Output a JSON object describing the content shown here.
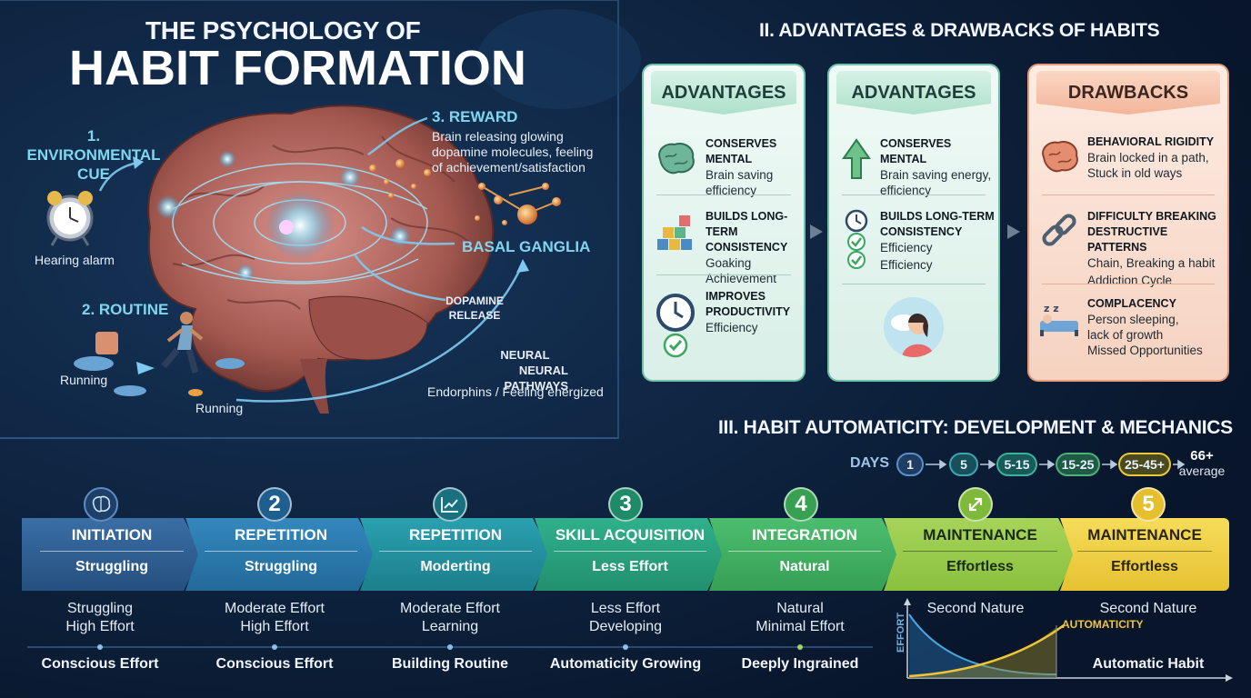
{
  "title": {
    "line1": "THE PSYCHOLOGY OF",
    "line2": "HABIT FORMATION"
  },
  "loop": {
    "cue": {
      "label_line1": "1. ENVIRONMENTAL",
      "label_line2": "CUE",
      "caption": "Hearing alarm"
    },
    "routine": {
      "label": "2. ROUTINE",
      "caption1": "Running",
      "caption2": "Running"
    },
    "reward": {
      "label": "3. REWARD",
      "desc1": "Brain releasing glowing",
      "desc2": "dopamine molecules, feeling",
      "desc3": "of achievement/satisfaction"
    },
    "basal": "BASAL GANGLIA",
    "dopamine1": "DOPAMINE",
    "dopamine2": "RELEASE",
    "neural1": "NEURAL",
    "neural2": "NEURAL PATHWAYS",
    "endorphins": "Endorphins / Feeling energized"
  },
  "section2": {
    "title": "II. ADVANTAGES & DRAWBACKS OF HABITS",
    "cards": [
      {
        "header": "ADVANTAGES",
        "items": [
          {
            "title": "CONSERVES MENTAL",
            "lines": [
              "Brain saving",
              "efficiency"
            ],
            "icon": "brain-icon"
          },
          {
            "title": "BUILDS LONG-TERM CONSISTENCY",
            "lines": [
              "Goaking",
              "Achievement"
            ],
            "icon": "blocks-icon"
          },
          {
            "title": "IMPROVES PRODUCTIVITY",
            "lines": [
              "Efficiency"
            ],
            "icon": "clock-icon"
          }
        ]
      },
      {
        "header": "ADVANTAGES",
        "items": [
          {
            "title": "CONSERVES MENTAL",
            "lines": [
              "Brain saving energy,",
              "efficiency"
            ],
            "icon": "arrow-up-icon"
          },
          {
            "title": "BUILDS LONG-TERM CONSISTENCY",
            "lines": [
              "Efficiency",
              "Efficiency"
            ],
            "icon": "clock-icon"
          }
        ]
      },
      {
        "header": "DRAWBACKS",
        "items": [
          {
            "title": "BEHAVIORAL RIGIDITY",
            "lines": [
              "Brain locked in a path,",
              "Stuck in old ways"
            ],
            "icon": "brain-icon"
          },
          {
            "title": "DIFFICULTY BREAKING DESTRUCTIVE PATTERNS",
            "lines": [
              "Chain, Breaking a habit",
              "Addiction Cycle"
            ],
            "icon": "chain-icon"
          },
          {
            "title": "COMPLACENCY",
            "lines": [
              "Person sleeping,",
              "lack of growth",
              "Missed Opportunities"
            ],
            "icon": "sleep-icon"
          }
        ]
      }
    ]
  },
  "section3": {
    "title": "III. HABIT AUTOMATICITY: DEVELOPMENT & MECHANICS",
    "days_label": "DAYS",
    "days": [
      "1",
      "5",
      "5-15",
      "15-25",
      "25-45+"
    ],
    "days_end1": "66+",
    "days_end2": "average",
    "stages": [
      {
        "badge": "brain-icon",
        "name": "INITIATION",
        "sub": "Struggling",
        "below1": "Struggling",
        "below2": "High Effort",
        "foot": "Conscious Effort"
      },
      {
        "badge": "2",
        "name": "REPETITION",
        "sub": "Struggling",
        "below1": "Moderate Effort",
        "below2": "High Effort",
        "foot": "Conscious Effort"
      },
      {
        "badge": "chart-icon",
        "name": "REPETITION",
        "sub": "Moderting",
        "below1": "Moderate Effort",
        "below2": "Learning",
        "foot": "Building Routine"
      },
      {
        "badge": "3",
        "name": "SKILL ACQUISITION",
        "sub": "Less Effort",
        "below1": "Less Effort",
        "below2": "Developing",
        "foot": "Automaticity Growing"
      },
      {
        "badge": "4",
        "name": "INTEGRATION",
        "sub": "Natural",
        "below1": "Natural",
        "below2": "Minimal Effort",
        "foot": "Deeply Ingrained"
      },
      {
        "badge": "expand-icon",
        "name": "MAINTENANCE",
        "sub": "Effortless",
        "below1": "Second Nature",
        "below2": "",
        "foot": ""
      },
      {
        "badge": "5",
        "name": "MAINTENANCE",
        "sub": "Effortless",
        "below1": "Second Nature",
        "below2": "",
        "foot": "Automatic Habit"
      }
    ],
    "mini_chart": {
      "ylabel": "EFFORT",
      "series_label": "AUTOMATICITY"
    }
  },
  "colors": {
    "stage": [
      "#2f5c8c",
      "#2d77a6",
      "#22899a",
      "#2a9a7b",
      "#3aa860",
      "#8cc443",
      "#e9c83a"
    ]
  }
}
